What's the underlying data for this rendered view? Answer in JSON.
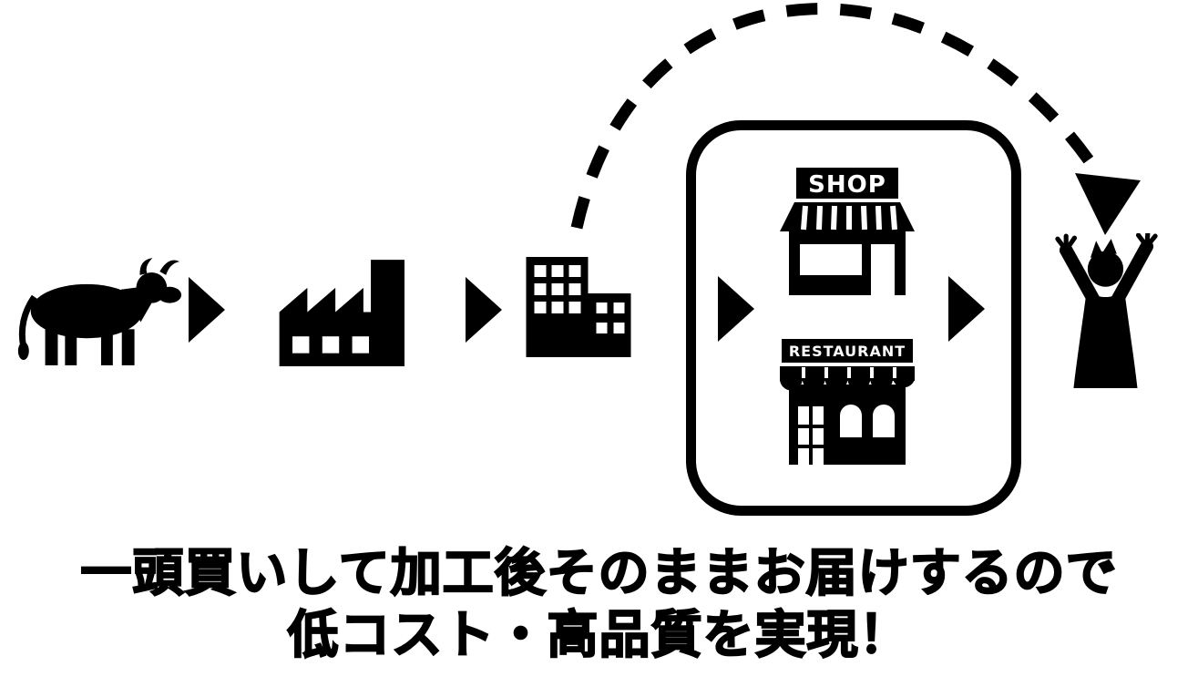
{
  "page": {
    "background": "#ffffff",
    "ink": "#000000"
  },
  "labels": {
    "shop": "SHOP",
    "restaurant": "RESTAURANT"
  },
  "caption": {
    "line1": "一頭買いして加工後そのままお届けするので",
    "line2": "低コスト・高品質を実現！"
  },
  "icons": {
    "source": "cow-icon",
    "processing": "factory-icon",
    "wholesaler": "office-buildings-icon",
    "shop": "shop-storefront-icon",
    "restaurant": "restaurant-storefront-icon",
    "consumer": "happy-person-icon",
    "flow": "right-arrow-icon",
    "direct_delivery": "dashed-arc-arrow-icon"
  }
}
